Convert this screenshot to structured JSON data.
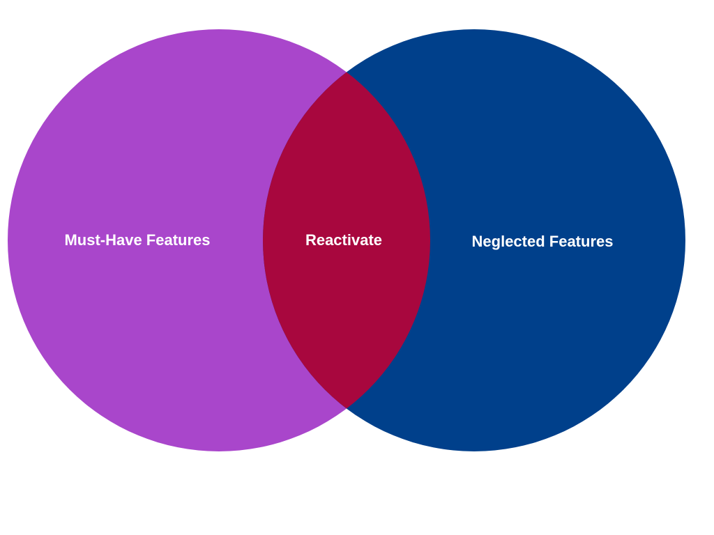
{
  "diagram": {
    "type": "venn",
    "left_set": {
      "label": "Must-Have Features",
      "color": "#a946cb"
    },
    "right_set": {
      "label": "Neglected Features",
      "color": "#00408b"
    },
    "intersection": {
      "label": "Reactivate",
      "color": "#a8073e"
    }
  }
}
